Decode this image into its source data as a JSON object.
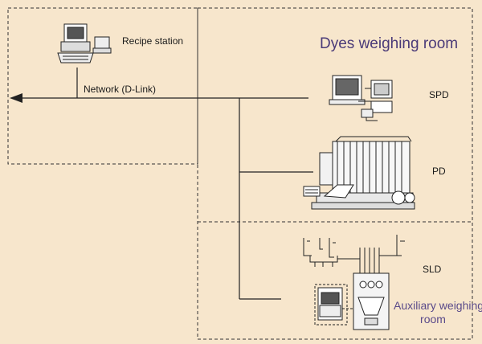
{
  "labels": {
    "recipe_station": "Recipe station",
    "network": "Network (D-Link)",
    "dyes_room": "Dyes weighing room",
    "spd": "SPD",
    "pd": "PD",
    "sld": "SLD",
    "aux_line1": "Auxiliary weighing",
    "aux_line2": "room"
  },
  "colors": {
    "background": "#f7e6cc",
    "line": "#2a2a2a",
    "room_title": "#4a3a78",
    "aux_title": "#5a4a8a"
  }
}
